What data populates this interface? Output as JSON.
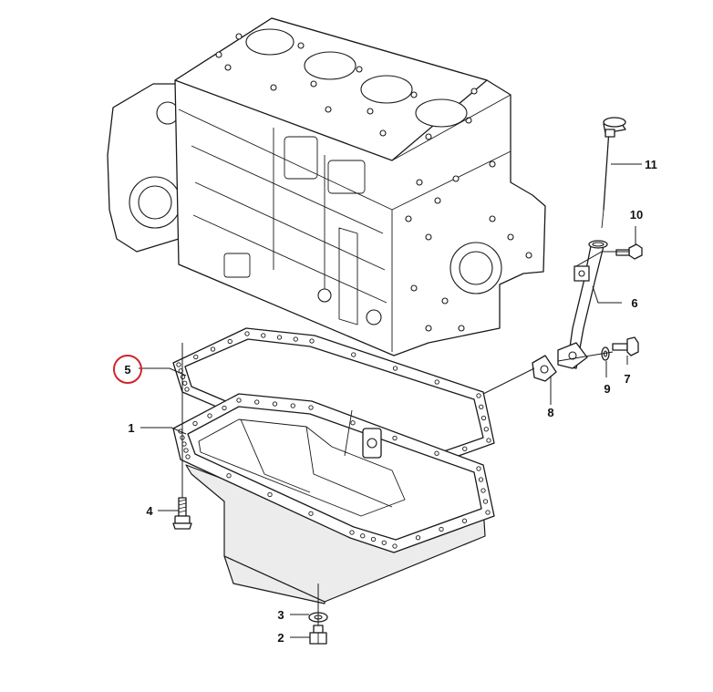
{
  "diagram": {
    "callouts": [
      {
        "id": "1",
        "label": "1",
        "part": "oil-pan"
      },
      {
        "id": "2",
        "label": "2",
        "part": "drain-plug"
      },
      {
        "id": "3",
        "label": "3",
        "part": "drain-washer"
      },
      {
        "id": "4",
        "label": "4",
        "part": "pan-bolt"
      },
      {
        "id": "5",
        "label": "5",
        "part": "pan-gasket",
        "highlighted": true
      },
      {
        "id": "6",
        "label": "6",
        "part": "dipstick-tube"
      },
      {
        "id": "7",
        "label": "7",
        "part": "tube-bolt"
      },
      {
        "id": "8",
        "label": "8",
        "part": "tube-flange-gasket"
      },
      {
        "id": "9",
        "label": "9",
        "part": "tube-washer"
      },
      {
        "id": "10",
        "label": "10",
        "part": "bracket-bolt"
      },
      {
        "id": "11",
        "label": "11",
        "part": "dipstick"
      }
    ],
    "highlight_color": "#d0242b",
    "line_color": "#1a1a1a"
  }
}
